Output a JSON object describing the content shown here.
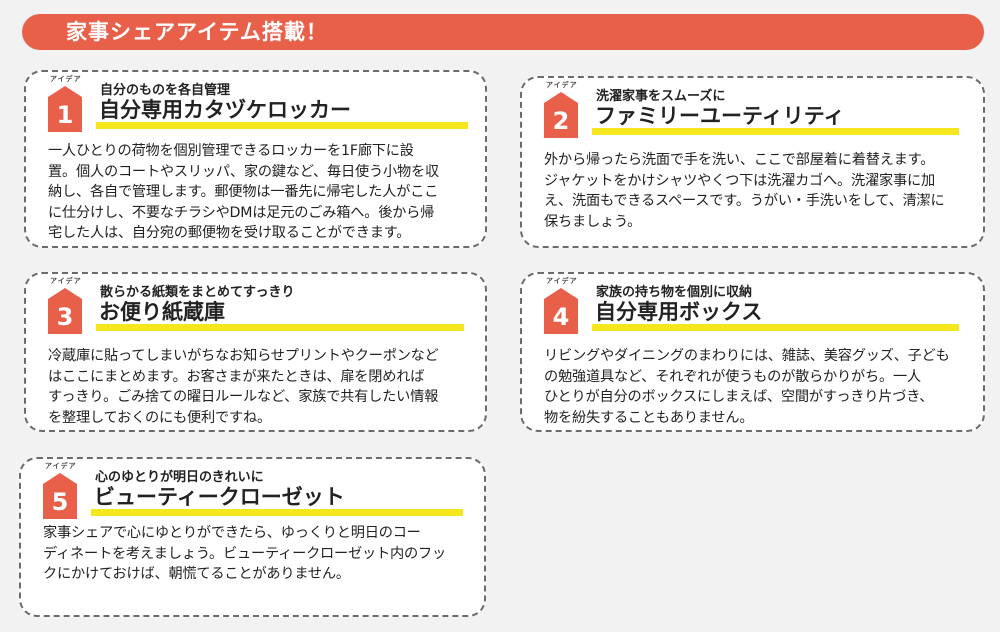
{
  "banner": {
    "title": "家事シェアアイテム搭載！"
  },
  "idea_label": "アイデア",
  "items": [
    {
      "number": "1",
      "subtitle": "自分のものを各自管理",
      "title": "自分専用カタヅケロッカー",
      "body": "一人ひとりの荷物を個別管理できるロッカーを1F廊下に設\n置。個人のコートやスリッパ、家の鍵など、毎日使う小物を収\n納し、各自で管理します。郵便物は一番先に帰宅した人がここ\nに仕分けし、不要なチラシやDMは足元のごみ箱へ。後から帰\n宅した人は、自分宛の郵便物を受け取ることができます。"
    },
    {
      "number": "2",
      "subtitle": "洗濯家事をスムーズに",
      "title": "ファミリーユーティリティ",
      "body": "外から帰ったら洗面で手を洗い、ここで部屋着に着替えます。\nジャケットをかけシャツやくつ下は洗濯カゴへ。洗濯家事に加\nえ、洗面もできるスペースです。うがい・手洗いをして、清潔に\n保ちましょう。"
    },
    {
      "number": "3",
      "subtitle": "散らかる紙類をまとめてすっきり",
      "title": "お便り紙蔵庫",
      "body": "冷蔵庫に貼ってしまいがちなお知らせプリントやクーポンなど\nはここにまとめます。お客さまが来たときは、扉を閉めれば\nすっきり。ごみ捨ての曜日ルールなど、家族で共有したい情報\nを整理しておくのにも便利ですね。"
    },
    {
      "number": "4",
      "subtitle": "家族の持ち物を個別に収納",
      "title": "自分専用ボックス",
      "body": "リビングやダイニングのまわりには、雑誌、美容グッズ、子ども\nの勉強道具など、それぞれが使うものが散らかりがち。一人\nひとりが自分のボックスにしまえば、空間がすっきり片づき、\n物を紛失することもありません。"
    },
    {
      "number": "5",
      "subtitle": "心のゆとりが明日のきれいに",
      "title": "ビューティークローゼット",
      "body": "家事シェアで心にゆとりができたら、ゆっくりと明日のコー\nディネートを考えましょう。ビューティークローゼット内のフッ\nクにかけておけば、朝慌てることがありません。"
    }
  ]
}
